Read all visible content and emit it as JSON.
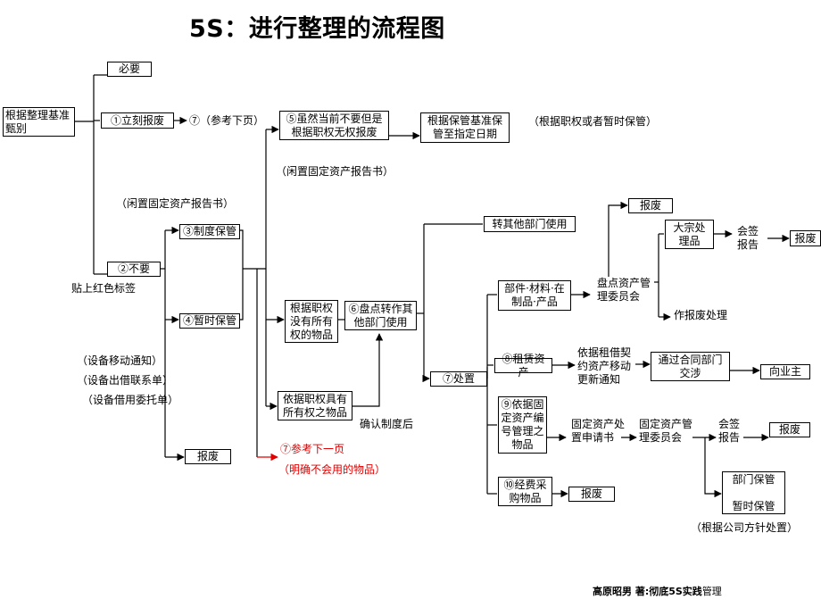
{
  "title": "5S：进行整理的流程图",
  "nodes": {
    "root": "根据整理基准\n甄别",
    "needed": "必要",
    "immediate_scrap": "①立刻报废",
    "unneeded": "②不要",
    "scrap_storage": "③制度保管",
    "temp_storage": "④暂时保管",
    "scrap_left": "报废",
    "dispose_authority": "⑤虽然当前不要但是\n根据职权无权报废",
    "storage_date": "根据保管基准保\n管至指定日期",
    "no_ownership": "根据职权\n没有所有\n权的物品",
    "has_ownership": "依据职权具有\n所有权之物品",
    "transfer": "⑥盘点转作其\n他部门使用",
    "other_dept": "转其他部门使用",
    "handle": "⑦处置",
    "parts": "部件·材料·在\n制品·产品",
    "lease": "⑧租赁资产",
    "fixed_assets": "⑨依据固\n定资产编\n号管理之\n物品",
    "expense": "⑩经费采\n购物品",
    "scrap_top": "报废",
    "bulk": "大宗处\n理品",
    "scrap_far": "报废",
    "contract": "通过合同部门\n交涉",
    "to_owner": "向业主",
    "scrap_fixed": "报废",
    "dept_keep": "部门保管\n\n暂时保管",
    "scrap_expense": "报废"
  },
  "labels": {
    "ref_next": "⑦（参考下页）",
    "note_authority": "（根据职权或者暂时保管）",
    "idle_report_top": "（闲置固定资产报告书）",
    "idle_report_left": "（闲置固定资产报告书）",
    "red_tag": "贴上红色标签",
    "move_notice": "（设备移动通知）",
    "loan_form": "（设备出借联系单）",
    "borrow_form": "（设备借用委托单）",
    "red_ref": "⑦参考下一页",
    "red_note": "（明确不会用的物品）",
    "confirm": "确认制度后",
    "committee": "盘点资产管\n理委员会",
    "sign_report_1": "会签\n报告",
    "scrap_process": "作报废处理",
    "lease_notice": "依据租借契\n约资产移动\n更新通知",
    "fixed_apply": "固定资产处\n置申请书",
    "fixed_committee": "固定资产管\n理委员会",
    "sign_report_2": "会签\n报告",
    "company_policy": "（根据公司方针处置）"
  },
  "credit": {
    "author": "高原昭男  著:彻底5S实践",
    "suffix": "管理"
  }
}
